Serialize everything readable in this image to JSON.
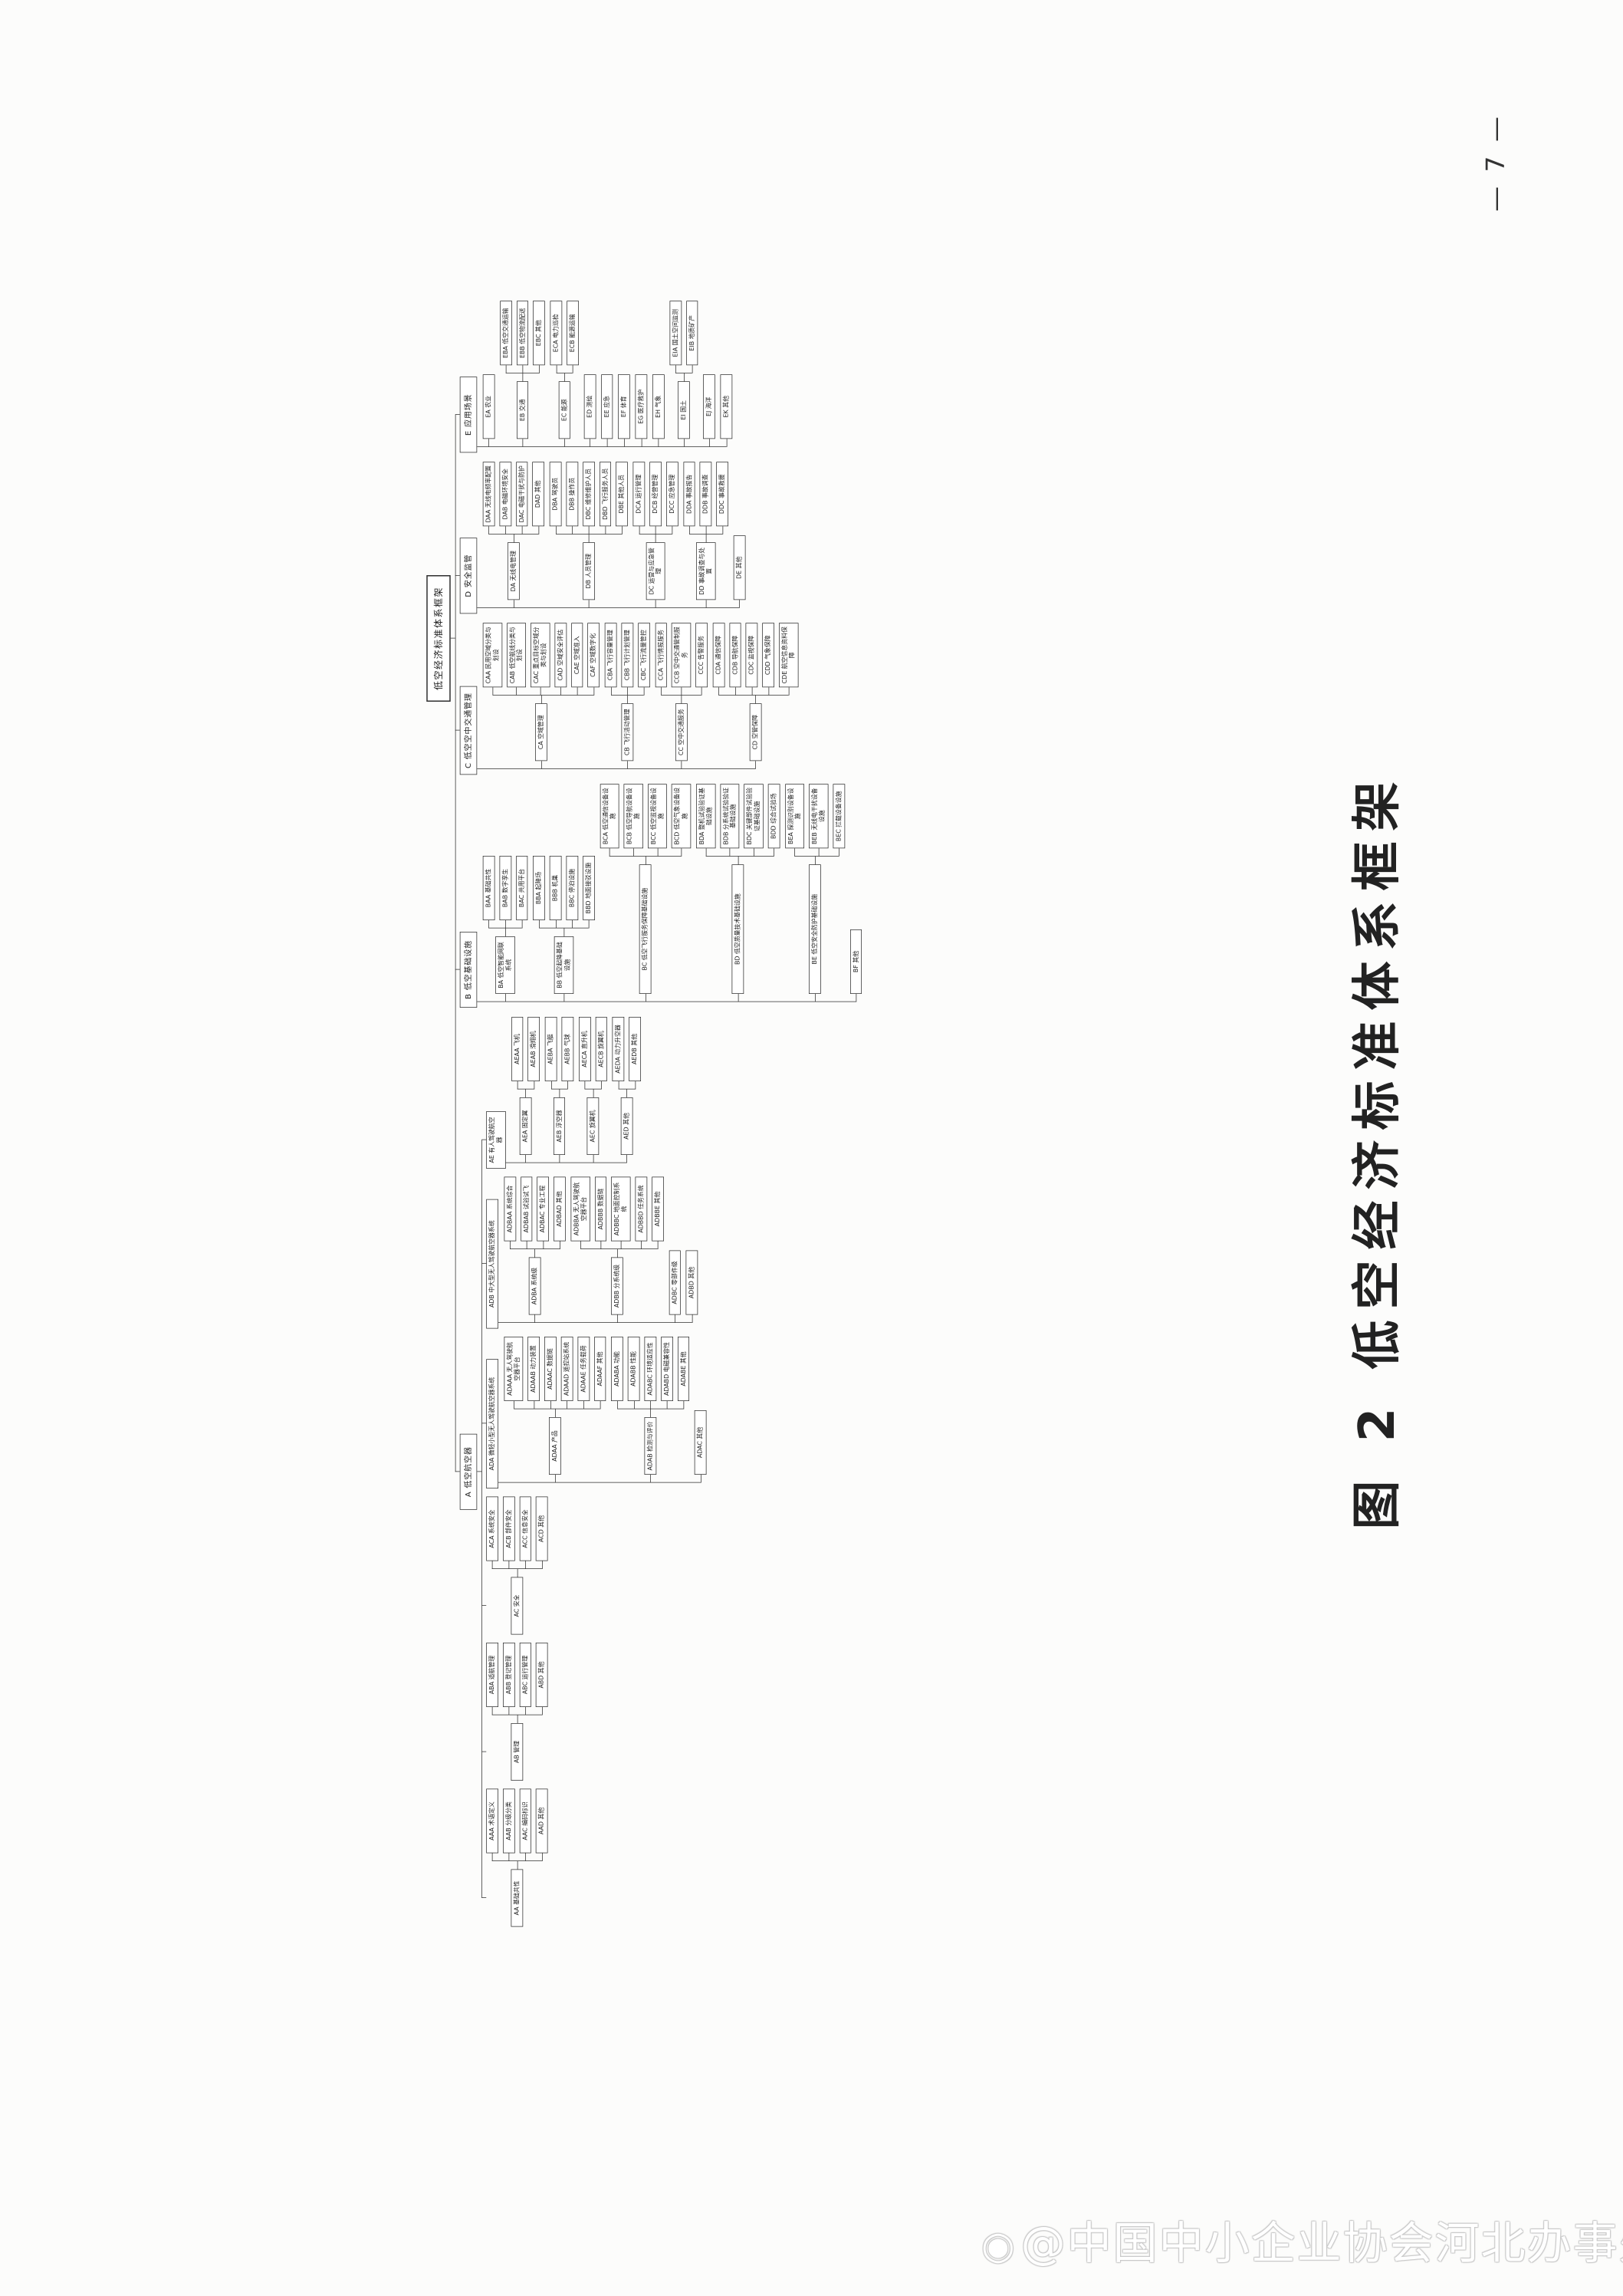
{
  "page": {
    "page_number": "— 7 —",
    "caption": "图 2  低空经济标准体系框架",
    "watermark_icon": "◉",
    "watermark": "@中国中小企业协会河北办事处"
  },
  "colors": {
    "ink": "#2e2e2e",
    "paper": "#fcfcfb"
  },
  "tree": {
    "code": "",
    "name": "低空经济标准体系框架",
    "kids": [
      {
        "code": "A",
        "name": "低空航空器",
        "kids": [
          {
            "code": "AA",
            "name": "基础共性",
            "kids": [
              {
                "code": "AAA",
                "name": "术语定义"
              },
              {
                "code": "AAB",
                "name": "分级分类"
              },
              {
                "code": "AAC",
                "name": "编码标识"
              },
              {
                "code": "AAD",
                "name": "其他"
              }
            ]
          },
          {
            "code": "AB",
            "name": "管理",
            "kids": [
              {
                "code": "ABA",
                "name": "适航管理"
              },
              {
                "code": "ABB",
                "name": "登记管理"
              },
              {
                "code": "ABC",
                "name": "运行管理"
              },
              {
                "code": "ABD",
                "name": "其他"
              }
            ]
          },
          {
            "code": "AC",
            "name": "安全",
            "kids": [
              {
                "code": "ACA",
                "name": "系统安全"
              },
              {
                "code": "ACB",
                "name": "部件安全"
              },
              {
                "code": "ACC",
                "name": "信息安全"
              },
              {
                "code": "ACD",
                "name": "其他"
              }
            ]
          },
          {
            "code": "ADA",
            "name": "微轻小型无人驾驶航空器系统",
            "kids": [
              {
                "code": "ADAA",
                "name": "产品",
                "kids": [
                  {
                    "code": "ADAAA",
                    "name": "无人驾驶航空器平台"
                  },
                  {
                    "code": "ADAAB",
                    "name": "动力装置"
                  },
                  {
                    "code": "ADAAC",
                    "name": "数据链"
                  },
                  {
                    "code": "ADAAD",
                    "name": "遥控站系统"
                  },
                  {
                    "code": "ADAAE",
                    "name": "任务载荷"
                  },
                  {
                    "code": "ADAAF",
                    "name": "其他"
                  }
                ]
              },
              {
                "code": "ADAB",
                "name": "检测与评价",
                "kids": [
                  {
                    "code": "ADABA",
                    "name": "功能"
                  },
                  {
                    "code": "ADABB",
                    "name": "性能"
                  },
                  {
                    "code": "ADABC",
                    "name": "环境适应性"
                  },
                  {
                    "code": "ADABD",
                    "name": "电磁兼容性"
                  },
                  {
                    "code": "ADABE",
                    "name": "其他"
                  }
                ]
              },
              {
                "code": "ADAC",
                "name": "其他"
              }
            ]
          },
          {
            "code": "ADB",
            "name": "中大型无人驾驶航空器系统",
            "kids": [
              {
                "code": "ADBA",
                "name": "系统级",
                "kids": [
                  {
                    "code": "ADBAA",
                    "name": "系统综合"
                  },
                  {
                    "code": "ADBAB",
                    "name": "试验试飞"
                  },
                  {
                    "code": "ADBAC",
                    "name": "专业工程"
                  },
                  {
                    "code": "ADBAD",
                    "name": "其他"
                  }
                ]
              },
              {
                "code": "ADBB",
                "name": "分系统级",
                "kids": [
                  {
                    "code": "ADBBA",
                    "name": "无人驾驶航空器平台"
                  },
                  {
                    "code": "ADBBB",
                    "name": "数据链"
                  },
                  {
                    "code": "ADBBC",
                    "name": "地面控制系统"
                  },
                  {
                    "code": "ADBBD",
                    "name": "任务系统"
                  },
                  {
                    "code": "ADBBE",
                    "name": "其他"
                  }
                ]
              },
              {
                "code": "ADBC",
                "name": "零部件级"
              },
              {
                "code": "ADBD",
                "name": "其他"
              }
            ]
          },
          {
            "code": "AE",
            "name": "有人驾驶航空器",
            "kids": [
              {
                "code": "AEA",
                "name": "固定翼",
                "kids": [
                  {
                    "code": "AEAA",
                    "name": "飞机"
                  },
                  {
                    "code": "AEAB",
                    "name": "滑翔机"
                  }
                ]
              },
              {
                "code": "AEB",
                "name": "浮空器",
                "kids": [
                  {
                    "code": "AEBA",
                    "name": "飞艇"
                  },
                  {
                    "code": "AEBB",
                    "name": "气球"
                  }
                ]
              },
              {
                "code": "AEC",
                "name": "旋翼机",
                "kids": [
                  {
                    "code": "AECA",
                    "name": "直升机"
                  },
                  {
                    "code": "AECB",
                    "name": "旋翼机"
                  }
                ]
              },
              {
                "code": "AED",
                "name": "其他",
                "kids": [
                  {
                    "code": "AEDA",
                    "name": "动力升空器"
                  },
                  {
                    "code": "AEDB",
                    "name": "其他"
                  }
                ]
              }
            ]
          }
        ]
      },
      {
        "code": "B",
        "name": "低空基础设施",
        "kids": [
          {
            "code": "BA",
            "name": "低空智能网联系统",
            "kids": [
              {
                "code": "BAA",
                "name": "基础共性"
              },
              {
                "code": "BAB",
                "name": "数字孪生"
              },
              {
                "code": "BAC",
                "name": "共用平台"
              }
            ]
          },
          {
            "code": "BB",
            "name": "低空起降基础设施",
            "kids": [
              {
                "code": "BBA",
                "name": "起降场"
              },
              {
                "code": "BBB",
                "name": "机巢"
              },
              {
                "code": "BBC",
                "name": "停泊设施"
              },
              {
                "code": "BBD",
                "name": "地面接驳设施"
              }
            ]
          },
          {
            "code": "BC",
            "name": "低空飞行服务保障基础设施",
            "kids": [
              {
                "code": "BCA",
                "name": "低空通信设备设施"
              },
              {
                "code": "BCB",
                "name": "低空导航设备设施"
              },
              {
                "code": "BCC",
                "name": "低空监视设备设施"
              },
              {
                "code": "BCD",
                "name": "低空气象设备设施"
              }
            ]
          },
          {
            "code": "BD",
            "name": "低空质量技术基础设施",
            "kids": [
              {
                "code": "BDA",
                "name": "整机试验验证基础设施"
              },
              {
                "code": "BDB",
                "name": "分系统试验验证基础设施"
              },
              {
                "code": "BDC",
                "name": "关键部件试验验证基础设施"
              },
              {
                "code": "BDD",
                "name": "综合试验场"
              }
            ]
          },
          {
            "code": "BE",
            "name": "低空安全防护基础设施",
            "kids": [
              {
                "code": "BEA",
                "name": "探测识别设备设施"
              },
              {
                "code": "BEB",
                "name": "无线电干扰设备设施"
              },
              {
                "code": "BEC",
                "name": "拦截设备设施"
              }
            ]
          },
          {
            "code": "BF",
            "name": "其他"
          }
        ]
      },
      {
        "code": "C",
        "name": "低空空中交通管理",
        "kids": [
          {
            "code": "CA",
            "name": "空域管理",
            "kids": [
              {
                "code": "CAA",
                "name": "民用空域分类与划设"
              },
              {
                "code": "CAB",
                "name": "低空航线分类与划设"
              },
              {
                "code": "CAC",
                "name": "重点目标空域分类与划设"
              },
              {
                "code": "CAD",
                "name": "空域安全评估"
              },
              {
                "code": "CAE",
                "name": "空域准入"
              },
              {
                "code": "CAF",
                "name": "空域数字化"
              }
            ]
          },
          {
            "code": "CB",
            "name": "飞行活动管理",
            "kids": [
              {
                "code": "CBA",
                "name": "飞行容量管理"
              },
              {
                "code": "CBB",
                "name": "飞行计划管理"
              },
              {
                "code": "CBC",
                "name": "飞行流量管控"
              }
            ]
          },
          {
            "code": "CC",
            "name": "空中交通服务",
            "kids": [
              {
                "code": "CCA",
                "name": "飞行情报服务"
              },
              {
                "code": "CCB",
                "name": "空中交通管制服务"
              },
              {
                "code": "CCC",
                "name": "告警服务"
              }
            ]
          },
          {
            "code": "CD",
            "name": "空管保障",
            "kids": [
              {
                "code": "CDA",
                "name": "通信保障"
              },
              {
                "code": "CDB",
                "name": "导航保障"
              },
              {
                "code": "CDC",
                "name": "监视保障"
              },
              {
                "code": "CDD",
                "name": "气象保障"
              },
              {
                "code": "CDE",
                "name": "航空信息资料保障"
              }
            ]
          }
        ]
      },
      {
        "code": "D",
        "name": "安全监管",
        "kids": [
          {
            "code": "DA",
            "name": "无线电管理",
            "kids": [
              {
                "code": "DAA",
                "name": "无线电频率配置"
              },
              {
                "code": "DAB",
                "name": "电磁环境安全"
              },
              {
                "code": "DAC",
                "name": "电磁干扰与防护"
              },
              {
                "code": "DAD",
                "name": "其他"
              }
            ]
          },
          {
            "code": "DB",
            "name": "人员管理",
            "kids": [
              {
                "code": "DBA",
                "name": "驾驶员"
              },
              {
                "code": "DBB",
                "name": "操作员"
              },
              {
                "code": "DBC",
                "name": "维修维护人员"
              },
              {
                "code": "DBD",
                "name": "飞行服务人员"
              },
              {
                "code": "DBE",
                "name": "其他人员"
              }
            ]
          },
          {
            "code": "DC",
            "name": "运营与应急管理",
            "kids": [
              {
                "code": "DCA",
                "name": "运行管理"
              },
              {
                "code": "DCB",
                "name": "经营管理"
              },
              {
                "code": "DCC",
                "name": "应急管理"
              }
            ]
          },
          {
            "code": "DD",
            "name": "事故调查与处置",
            "kids": [
              {
                "code": "DDA",
                "name": "事故报告"
              },
              {
                "code": "DDB",
                "name": "事故调查"
              },
              {
                "code": "DDC",
                "name": "事故救援"
              }
            ]
          },
          {
            "code": "DE",
            "name": "其他"
          }
        ]
      },
      {
        "code": "E",
        "name": "应用场景",
        "kids": [
          {
            "code": "EA",
            "name": "农业"
          },
          {
            "code": "EB",
            "name": "交通",
            "kids": [
              {
                "code": "EBA",
                "name": "低空交通运输"
              },
              {
                "code": "EBB",
                "name": "低空物流配送"
              },
              {
                "code": "EBC",
                "name": "其他"
              }
            ]
          },
          {
            "code": "EC",
            "name": "能源",
            "kids": [
              {
                "code": "ECA",
                "name": "电力巡检"
              },
              {
                "code": "ECB",
                "name": "能源运输"
              }
            ]
          },
          {
            "code": "ED",
            "name": "测绘"
          },
          {
            "code": "EE",
            "name": "应急"
          },
          {
            "code": "EF",
            "name": "体育"
          },
          {
            "code": "EG",
            "name": "医疗救护"
          },
          {
            "code": "EH",
            "name": "气象"
          },
          {
            "code": "EI",
            "name": "国土",
            "kids": [
              {
                "code": "EIA",
                "name": "国土空间监测"
              },
              {
                "code": "EIB",
                "name": "地质矿产"
              }
            ]
          },
          {
            "code": "EJ",
            "name": "海洋"
          },
          {
            "code": "EK",
            "name": "其他"
          }
        ]
      }
    ]
  }
}
